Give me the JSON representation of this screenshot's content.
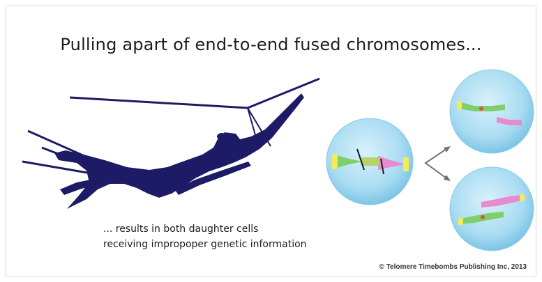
{
  "title": "Pulling apart of end-to-end fused chromosomes...",
  "caption": {
    "line1": "... results in both daughter cells",
    "line2": "receiving impropoper genetic information"
  },
  "copyright": "© Telomere Timebombs Publishing Inc, 2013",
  "colors": {
    "figure": "#1d1a66",
    "cell_fill": "#a9dcf2",
    "chromosome_green": "#7fcf6a",
    "chromosome_pink": "#e88ad0",
    "telomere_yellow": "#f3ec5a",
    "arrow": "#707070"
  }
}
